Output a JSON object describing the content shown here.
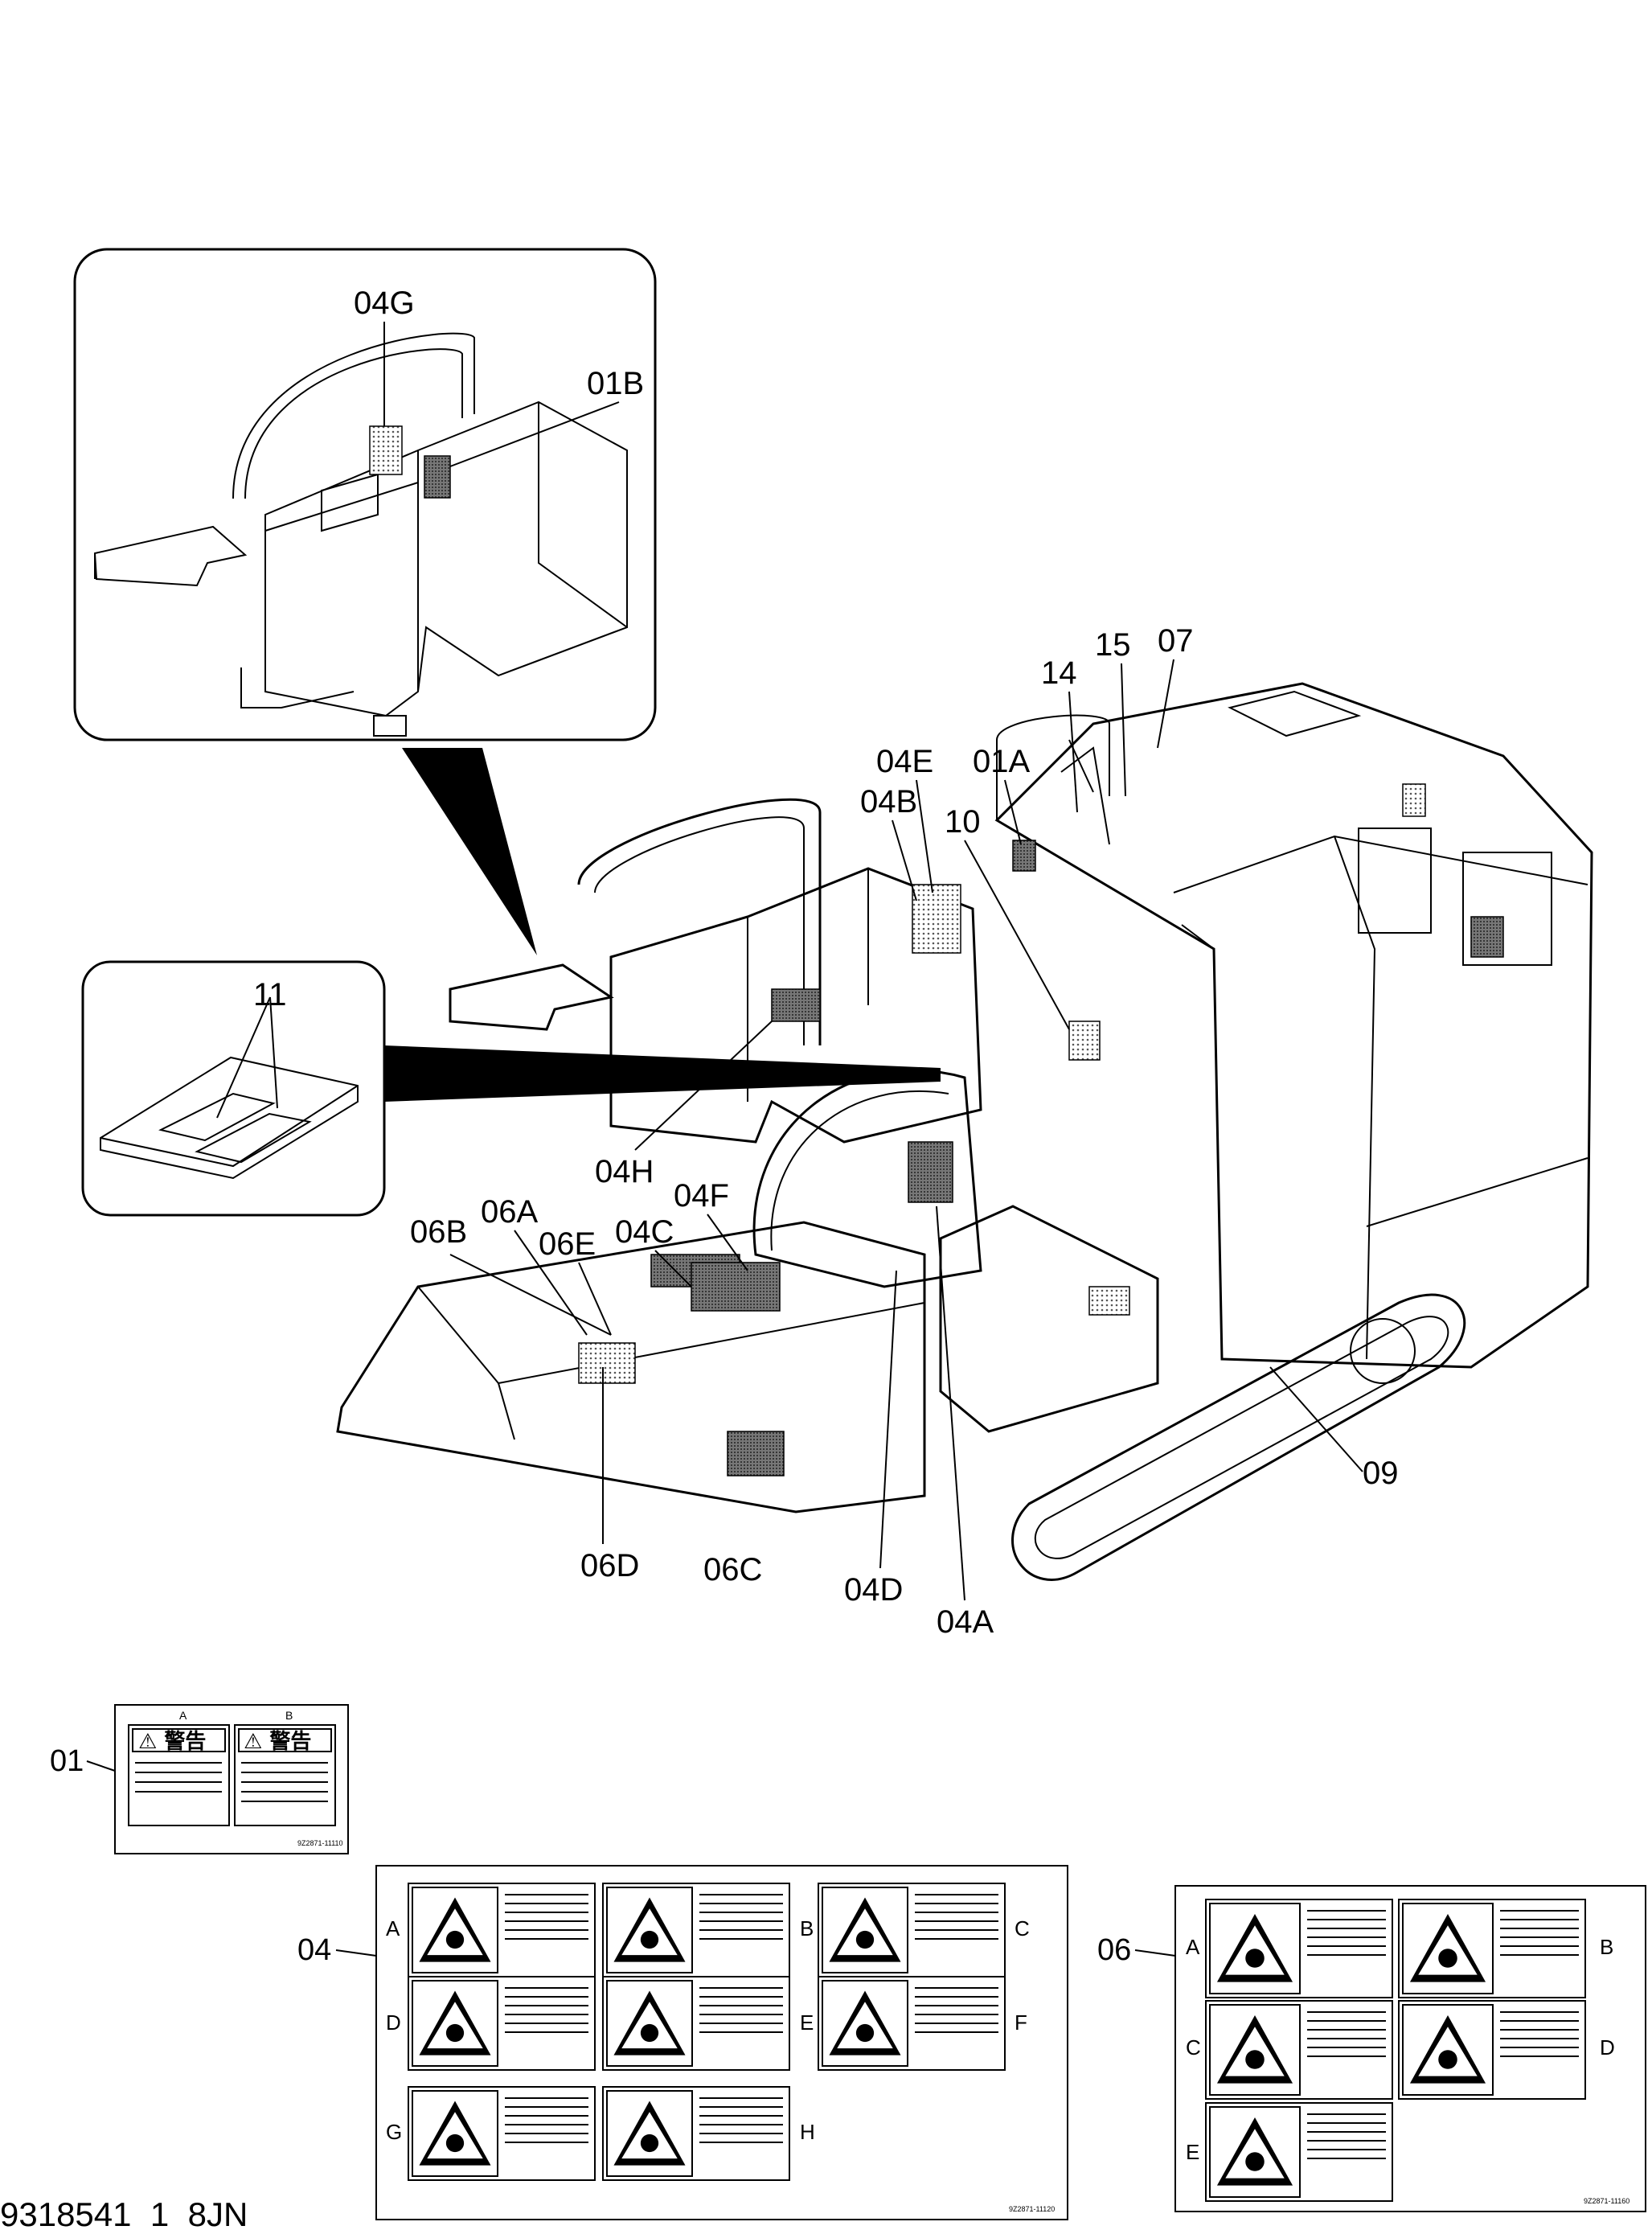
{
  "callouts": {
    "c04G": "04G",
    "c01B": "01B",
    "c11": "11",
    "c14": "14",
    "c15": "15",
    "c07": "07",
    "c04E": "04E",
    "c01A": "01A",
    "c04B": "04B",
    "c10": "10",
    "c04H": "04H",
    "c04F": "04F",
    "c06B": "06B",
    "c06A": "06A",
    "c06E": "06E",
    "c04C": "04C",
    "c09": "09",
    "c06D": "06D",
    "c06C": "06C",
    "c04D": "04D",
    "c04A": "04A"
  },
  "labels": {
    "l01": "01",
    "l04": "04",
    "l06": "06",
    "sheet01": {
      "col_a": "A",
      "col_b": "B",
      "warn_a": "⚠ 警告",
      "warn_b": "⚠ 警告",
      "code": "9Z2871-11110"
    },
    "sheet04": {
      "letters": [
        "A",
        "B",
        "C",
        "D",
        "E",
        "F",
        "G",
        "H"
      ],
      "code": "9Z2871-11120"
    },
    "sheet06": {
      "letters": [
        "A",
        "B",
        "C",
        "D",
        "E"
      ],
      "code": "9Z2871-11160"
    }
  },
  "footer": {
    "drawing_code": "9318541_1_8JN"
  },
  "colors": {
    "line": "#000000",
    "background": "#ffffff"
  }
}
